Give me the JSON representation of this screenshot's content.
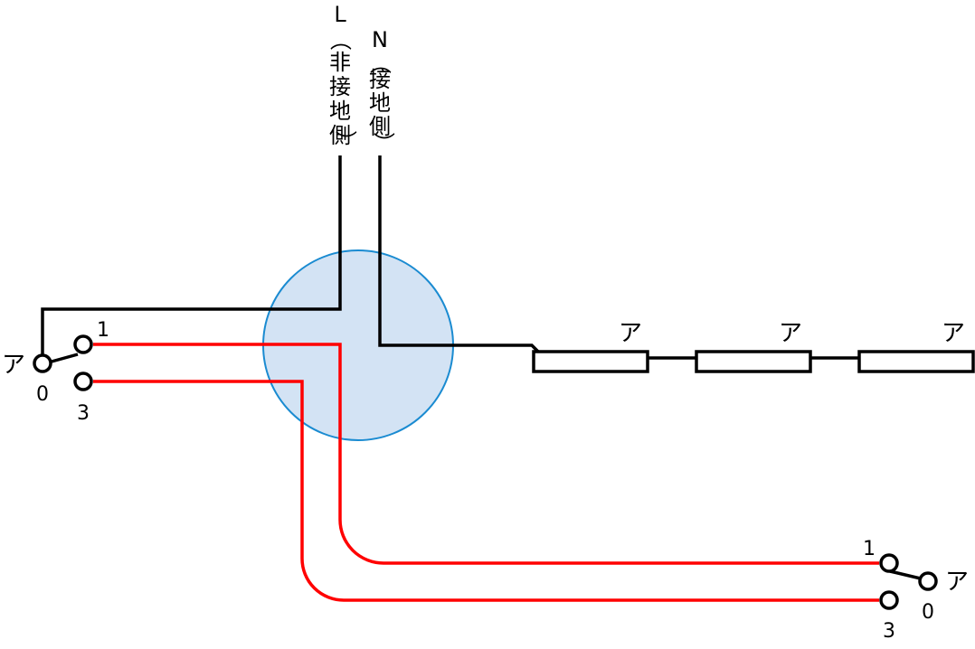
{
  "supply": {
    "live": {
      "letter": "L",
      "label_chars": [
        "（",
        "非",
        "接",
        "地",
        "側",
        "）"
      ]
    },
    "neutral": {
      "letter": "N",
      "label_chars": [
        "（",
        "接",
        "地",
        "側",
        "）"
      ]
    }
  },
  "switch_left": {
    "symbol": "ア",
    "common_terminal": "0",
    "terminal_1": "1",
    "terminal_3": "3"
  },
  "switch_right": {
    "symbol": "ア",
    "common_terminal": "0",
    "terminal_1": "1",
    "terminal_3": "3"
  },
  "lamps": [
    {
      "symbol": "ア"
    },
    {
      "symbol": "ア"
    },
    {
      "symbol": "ア"
    }
  ],
  "colors": {
    "junction_fill": "#d3e3f4",
    "junction_stroke": "#1a8bd1",
    "wire_black": "#000000",
    "wire_red": "#ff0000"
  }
}
